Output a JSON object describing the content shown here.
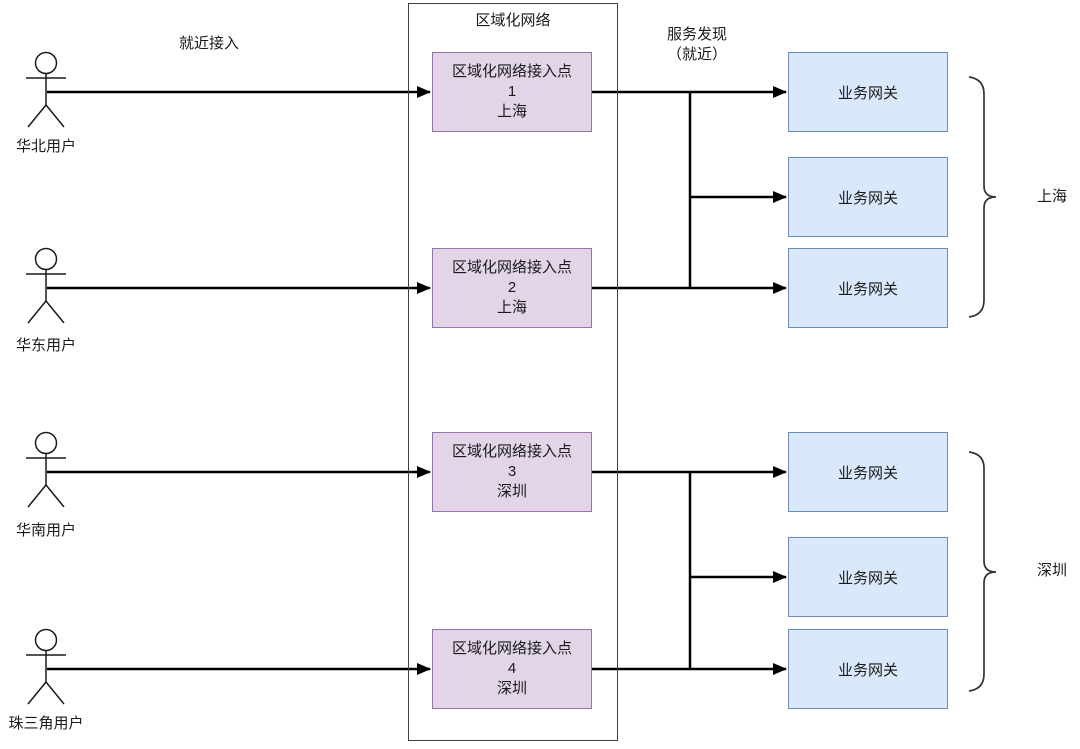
{
  "labels": {
    "proximity_access": "就近接入",
    "service_discovery_line1": "服务发现",
    "service_discovery_line2": "（就近）",
    "container_title": "区域化网络"
  },
  "users": [
    {
      "label": "华北用户"
    },
    {
      "label": "华东用户"
    },
    {
      "label": "华南用户"
    },
    {
      "label": "珠三角用户"
    }
  ],
  "access_points": [
    {
      "name": "区域化网络接入点",
      "number": "1",
      "city": "上海"
    },
    {
      "name": "区域化网络接入点",
      "number": "2",
      "city": "上海"
    },
    {
      "name": "区域化网络接入点",
      "number": "3",
      "city": "深圳"
    },
    {
      "name": "区域化网络接入点",
      "number": "4",
      "city": "深圳"
    }
  ],
  "gateways": [
    {
      "label": "业务网关"
    },
    {
      "label": "业务网关"
    },
    {
      "label": "业务网关"
    },
    {
      "label": "业务网关"
    },
    {
      "label": "业务网关"
    },
    {
      "label": "业务网关"
    }
  ],
  "regions": [
    {
      "label": "上海"
    },
    {
      "label": "深圳"
    }
  ],
  "colors": {
    "access_point_fill": "#e1d5e7",
    "access_point_border": "#9673a6",
    "gateway_fill": "#dae8fc",
    "gateway_border": "#6c8ebf",
    "connector": "#000000"
  }
}
